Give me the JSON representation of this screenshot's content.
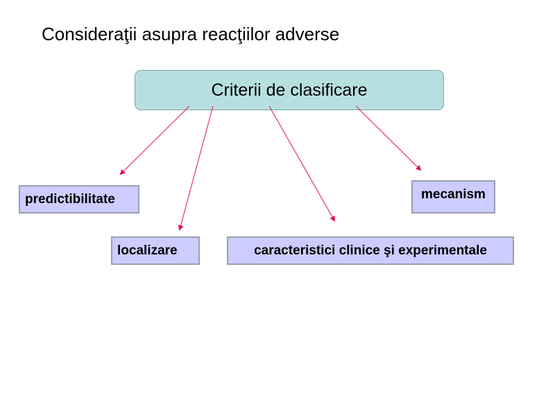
{
  "slide": {
    "title": "Consideraţii asupra reacţiilor adverse"
  },
  "diagram": {
    "root": {
      "label": "Criterii de clasificare"
    },
    "categories": [
      {
        "label": "predictibilitate"
      },
      {
        "label": "localizare"
      },
      {
        "label": "caracteristici clinice şi experimentale"
      },
      {
        "label": "mecanism"
      }
    ]
  },
  "colors": {
    "root_fill": "#b8dfe0",
    "category_fill": "#ccccff",
    "arrow": "#e0105a"
  }
}
